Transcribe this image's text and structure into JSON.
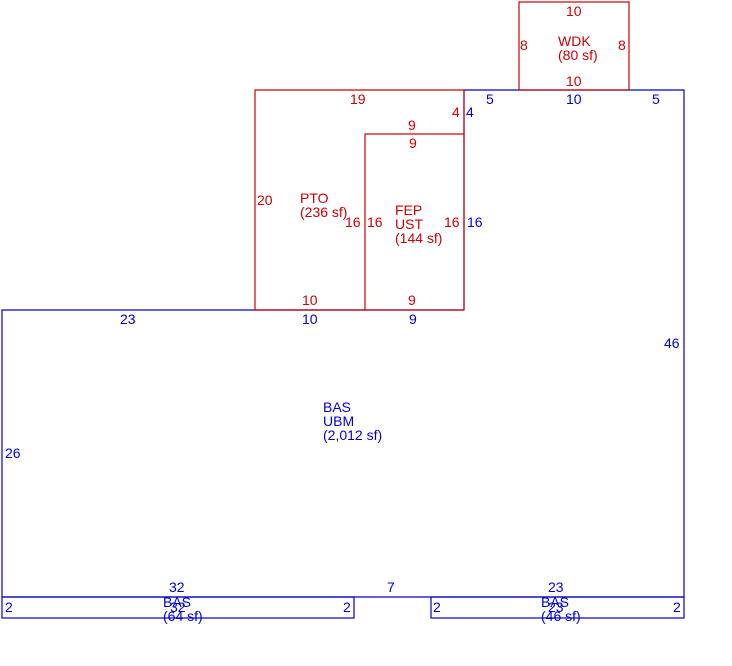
{
  "colors": {
    "main": "#0000cc",
    "addition": "#cc0000"
  },
  "areas": {
    "bas": {
      "code": "BAS",
      "sub": "UBM",
      "area": "(2,012 sf)"
    },
    "pto": {
      "code": "PTO",
      "area": "(236 sf)"
    },
    "fep": {
      "code": "FEP",
      "sub": "UST",
      "area": "(144 sf)"
    },
    "wdk": {
      "code": "WDK",
      "area": "(80 sf)"
    },
    "bas_left": {
      "code": "BAS",
      "overlap": "32",
      "area": "(64 sf)"
    },
    "bas_right": {
      "code": "BAS",
      "overlap": "23",
      "area": "(46 sf)"
    }
  },
  "dims": {
    "wdk_top": "10",
    "wdk_left": "8",
    "wdk_right": "8",
    "wdk_bottom": "10",
    "pto_top": "19",
    "pto_right_seg": "4",
    "pto_left": "20",
    "pto_inner": "16",
    "pto_bottom": "10",
    "fep_top_out": "9",
    "fep_top_in": "9",
    "fep_left": "16",
    "fep_right": "16",
    "fep_bottom": "9",
    "bas_top_a": "5",
    "bas_top_b": "10",
    "bas_top_c": "5",
    "bas_seg_4": "4",
    "bas_seg_16": "16",
    "bas_top_left": "23",
    "bas_top_mid": "10",
    "bas_top_fep": "9",
    "bas_left": "26",
    "bas_right": "46",
    "bas_bottom_left": "32",
    "bas_bottom_mid": "7",
    "bas_bottom_right": "23",
    "ext_left_l": "2",
    "ext_left_r": "2",
    "ext_right_l": "2",
    "ext_right_r": "2"
  }
}
